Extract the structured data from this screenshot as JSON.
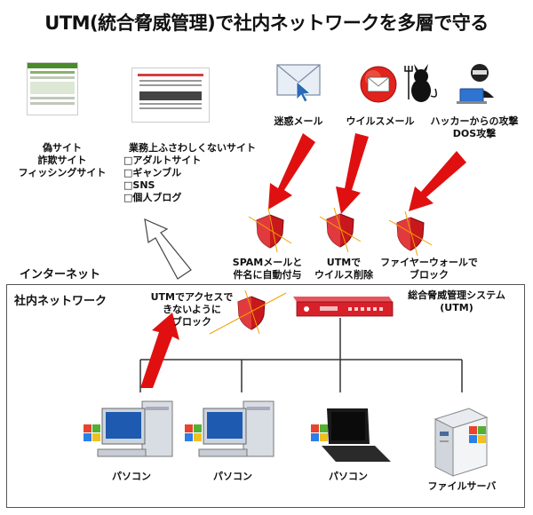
{
  "title": "UTM(統合脅威管理)で社内ネットワークを多層で守る",
  "internet_label": "インターネット",
  "internal_network_label": "社内ネットワーク",
  "fake_sites": {
    "lines": [
      "偽サイト",
      "詐欺サイト",
      "フィッシングサイト"
    ]
  },
  "inappropriate_sites": {
    "heading": "業務上ふさわしくないサイト",
    "items": [
      "□アダルトサイト",
      "□ギャンブル",
      "□SNS",
      "□個人ブログ"
    ]
  },
  "threats": [
    {
      "label_lines": [
        "迷惑メール"
      ]
    },
    {
      "label_lines": [
        "ウイルスメール"
      ]
    },
    {
      "label_lines": [
        "ハッカーからの攻撃",
        "DOS攻撃"
      ]
    }
  ],
  "defenses": [
    {
      "label_lines": [
        "SPAMメールと",
        "件名に自動付与"
      ]
    },
    {
      "label_lines": [
        "UTMで",
        "ウイルス削除"
      ]
    },
    {
      "label_lines": [
        "ファイヤーウォールで",
        "ブロック"
      ]
    }
  ],
  "block_access": {
    "label_lines": [
      "UTMでアクセスで",
      "きないように",
      "ブロック"
    ]
  },
  "utm_device": {
    "label_lines": [
      "総合脅威管理システム",
      "(UTM)"
    ]
  },
  "clients": [
    {
      "label": "パソコン",
      "icon": "desktop-pc-icon"
    },
    {
      "label": "パソコン",
      "icon": "desktop-pc-icon"
    },
    {
      "label": "パソコン",
      "icon": "laptop-icon"
    },
    {
      "label": "ファイルサーバ",
      "icon": "server-icon"
    }
  ],
  "colors": {
    "arrow_red": "#e01010",
    "shield_red": "#c8181c",
    "utm_red": "#d8202a",
    "envelope_blue": "#2a6ab8"
  }
}
